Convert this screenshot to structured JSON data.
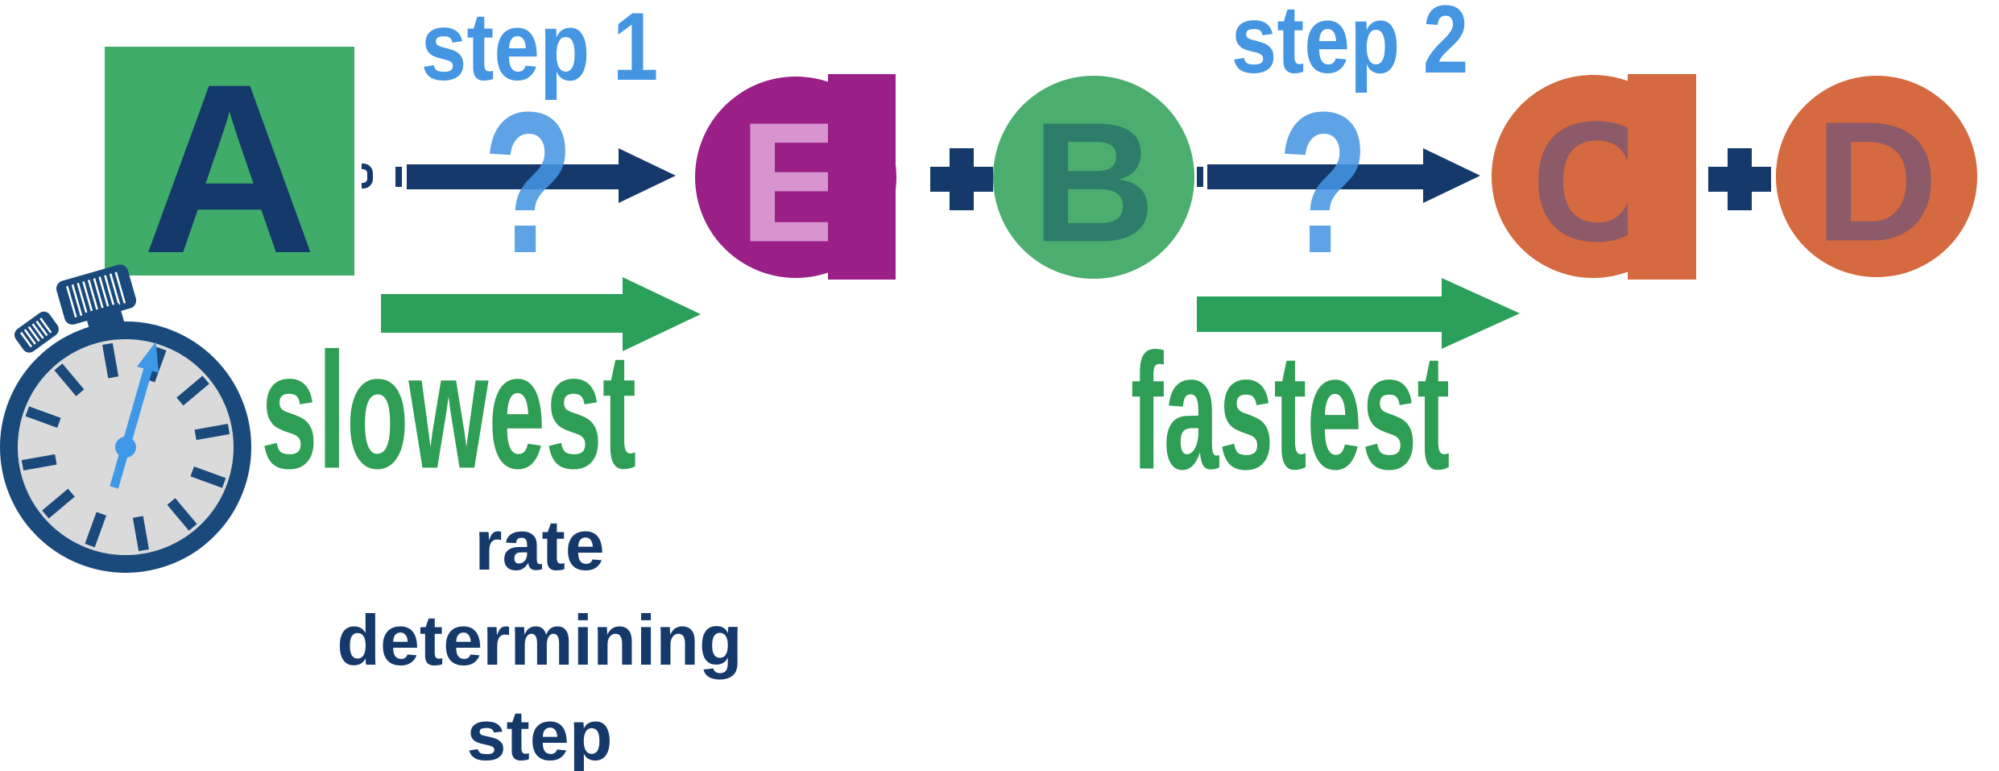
{
  "species": {
    "a": "A",
    "b": "B",
    "c": "C",
    "d": "D",
    "e": "E"
  },
  "steps": {
    "step1_label": "step 1",
    "step2_label": "step 2",
    "question_mark": "?"
  },
  "operators": {
    "plus": "+"
  },
  "annotations": {
    "slowest": "slowest",
    "fastest": "fastest",
    "rate_determining": [
      "rate",
      "determining",
      "step"
    ]
  },
  "icons": {
    "stopwatch": "stopwatch-icon"
  },
  "colors": {
    "green_square": "#3FAC69",
    "green_circle": "#4CAE6E",
    "green_arrow": "#2AA05B",
    "green_text": "#2E9E55",
    "navy": "#16396B",
    "light_blue": "#4495E2",
    "question_blue": "rgba(69,149,226,0.87)",
    "magenta": "#9A2087",
    "magenta_letter": "#D794CE",
    "teal_letter": "#2E7D6B",
    "orange": "#D5693F",
    "plum_letter": "#8C5A69",
    "watch_navy": "#1A4A7C",
    "watch_face": "#DADADA",
    "watch_hand": "#3E98E8"
  }
}
